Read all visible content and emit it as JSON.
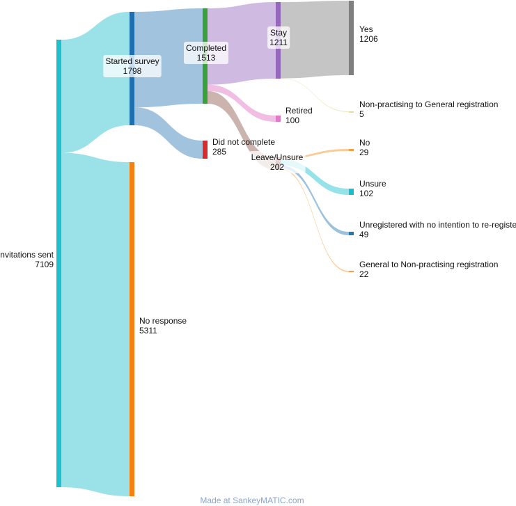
{
  "diagram": {
    "type": "sankey",
    "nodes": [
      {
        "id": "invitations",
        "name": "Invitations sent",
        "value": "7109",
        "color": "#1fbfcc"
      },
      {
        "id": "started",
        "name": "Started survey",
        "value": "1798",
        "color": "#1f6faf"
      },
      {
        "id": "noresponse",
        "name": "No response",
        "value": "5311",
        "color": "#f57f11"
      },
      {
        "id": "completed",
        "name": "Completed",
        "value": "1513",
        "color": "#3aa13a"
      },
      {
        "id": "didnot",
        "name": "Did not complete",
        "value": "285",
        "color": "#d92b2b"
      },
      {
        "id": "stay",
        "name": "Stay",
        "value": "1211",
        "color": "#9467bd"
      },
      {
        "id": "retired",
        "name": "Retired",
        "value": "100",
        "color": "#e27bc7"
      },
      {
        "id": "leave",
        "name": "Leave/Unsure",
        "value": "202",
        "color": "#8c564b"
      },
      {
        "id": "yes",
        "name": "Yes",
        "value": "1206",
        "color": "#7f7f7f"
      },
      {
        "id": "np2gen",
        "name": "Non-practising to General registration",
        "value": "5",
        "color": "#e8dba0"
      },
      {
        "id": "no",
        "name": "No",
        "value": "29",
        "color": "#f5a03c"
      },
      {
        "id": "unsure",
        "name": "Unsure",
        "value": "102",
        "color": "#17becf"
      },
      {
        "id": "unreg",
        "name": "Unregistered with no intention to re-register",
        "value": "49",
        "color": "#1f77b4"
      },
      {
        "id": "gen2np",
        "name": "General to Non-practising registration",
        "value": "22",
        "color": "#ff9d3a"
      }
    ],
    "links": [
      {
        "source": "invitations",
        "target": "started",
        "value": 1798
      },
      {
        "source": "invitations",
        "target": "noresponse",
        "value": 5311
      },
      {
        "source": "started",
        "target": "completed",
        "value": 1513
      },
      {
        "source": "started",
        "target": "didnot",
        "value": 285
      },
      {
        "source": "completed",
        "target": "stay",
        "value": 1211
      },
      {
        "source": "completed",
        "target": "retired",
        "value": 100
      },
      {
        "source": "completed",
        "target": "leave",
        "value": 202
      },
      {
        "source": "stay",
        "target": "yes",
        "value": 1206
      },
      {
        "source": "stay",
        "target": "np2gen",
        "value": 5
      },
      {
        "source": "leave",
        "target": "no",
        "value": 29
      },
      {
        "source": "leave",
        "target": "unsure",
        "value": 102
      },
      {
        "source": "leave",
        "target": "unreg",
        "value": 49
      },
      {
        "source": "leave",
        "target": "gen2np",
        "value": 22
      }
    ]
  },
  "credit": "Made at SankeyMATIC.com"
}
